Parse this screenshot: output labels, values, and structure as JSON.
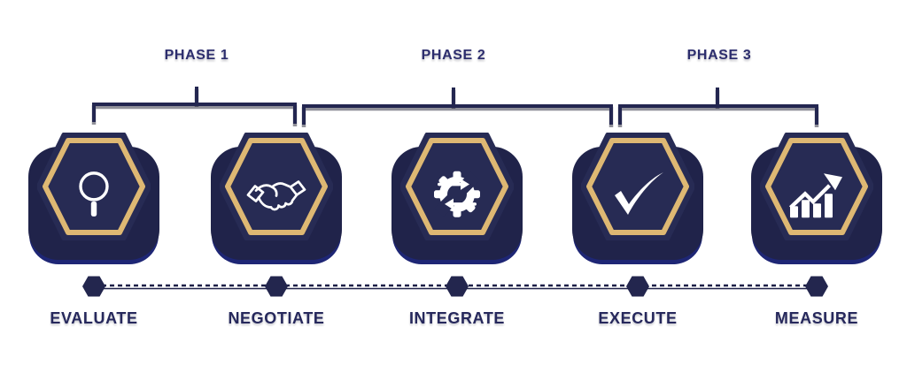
{
  "phases": [
    {
      "label": "PHASE 1"
    },
    {
      "label": "PHASE 2"
    },
    {
      "label": "PHASE 3"
    }
  ],
  "steps": [
    {
      "label": "EVALUATE",
      "icon": "magnifier-icon"
    },
    {
      "label": "NEGOTIATE",
      "icon": "handshake-icon"
    },
    {
      "label": "INTEGRATE",
      "icon": "gear-sync-icon"
    },
    {
      "label": "EXECUTE",
      "icon": "checkmark-icon"
    },
    {
      "label": "MEASURE",
      "icon": "bar-chart-arrow-icon"
    }
  ],
  "colors": {
    "navy": "#272b54",
    "gold": "#deb873",
    "blob": "#20234a",
    "rim": "#1e2675",
    "bracket": "#232650",
    "line": "#1d2048",
    "dot": "#23264e",
    "phaseText": "#2c2d6d",
    "stepText": "#26285c",
    "iconWhite": "#ffffff"
  }
}
